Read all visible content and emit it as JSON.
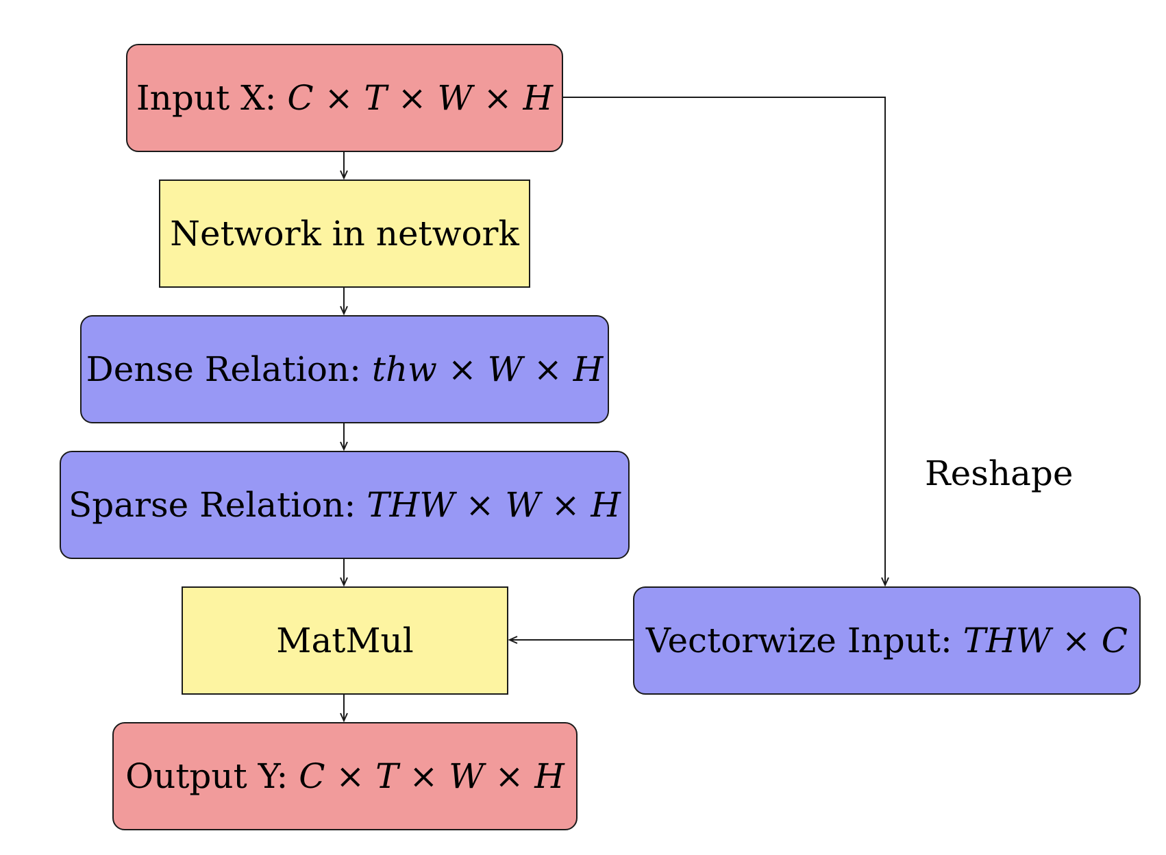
{
  "nodes": {
    "input": {
      "label": "Input X: ",
      "math": "C × T × W × H"
    },
    "nin": {
      "label": "Network in network",
      "math": ""
    },
    "dense": {
      "label": "Dense Relation: ",
      "math": "thw × W × H"
    },
    "sparse": {
      "label": "Sparse Relation: ",
      "math": "THW × W × H"
    },
    "matmul": {
      "label": "MatMul",
      "math": ""
    },
    "output": {
      "label": "Output Y: ",
      "math": "C × T × W × H"
    },
    "vectorwize": {
      "label": "Vectorwize Input: ",
      "math": "THW × C"
    }
  },
  "edges": {
    "reshape_label": "Reshape"
  },
  "colors": {
    "io": "#f19b9b",
    "op": "#fdf4a1",
    "relation": "#9898f5",
    "line": "#1a1a1a"
  }
}
